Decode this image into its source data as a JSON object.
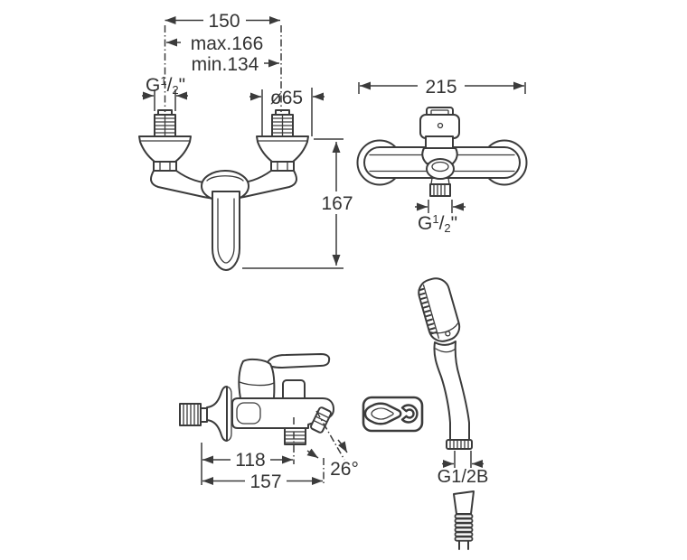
{
  "colors": {
    "line": "#3b3b3b",
    "text": "#333333",
    "background": "#ffffff"
  },
  "labels": {
    "front_distance": "150",
    "front_max": "max.166",
    "front_min": "min.134",
    "front_diameter": "ø65",
    "front_height": "167",
    "top_width": "215",
    "side_spout": "118",
    "side_total": "157",
    "side_angle": "26°",
    "handshower_thread": "G1/2B",
    "thread_g": "G",
    "thread_num": "1",
    "thread_slash": "/",
    "thread_den": "2",
    "thread_inch": "\""
  }
}
